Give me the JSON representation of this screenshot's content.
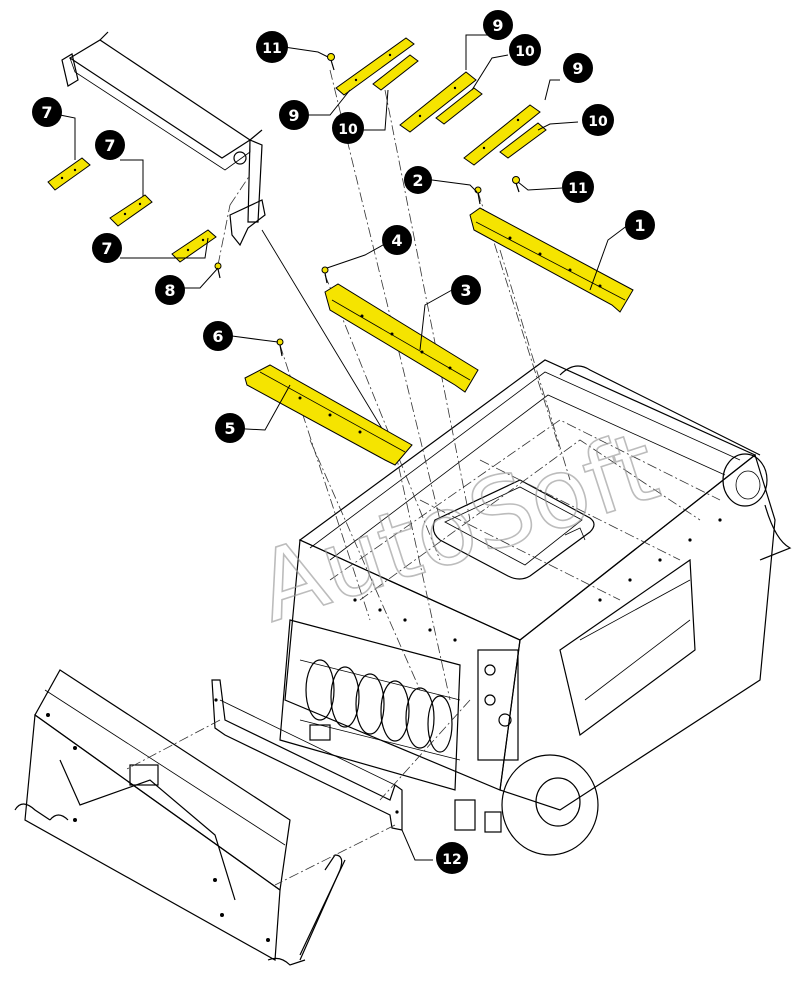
{
  "watermark": "AutoSoft",
  "callouts": [
    {
      "id": "c1",
      "label": "1"
    },
    {
      "id": "c2",
      "label": "2"
    },
    {
      "id": "c3",
      "label": "3"
    },
    {
      "id": "c4",
      "label": "4"
    },
    {
      "id": "c5",
      "label": "5"
    },
    {
      "id": "c6",
      "label": "6"
    },
    {
      "id": "c7a",
      "label": "7"
    },
    {
      "id": "c7b",
      "label": "7"
    },
    {
      "id": "c7c",
      "label": "7"
    },
    {
      "id": "c8",
      "label": "8"
    },
    {
      "id": "c9a",
      "label": "9"
    },
    {
      "id": "c9b",
      "label": "9"
    },
    {
      "id": "c9c",
      "label": "9"
    },
    {
      "id": "c10a",
      "label": "10"
    },
    {
      "id": "c10b",
      "label": "10"
    },
    {
      "id": "c10c",
      "label": "10"
    },
    {
      "id": "c11a",
      "label": "11"
    },
    {
      "id": "c11b",
      "label": "11"
    },
    {
      "id": "c12",
      "label": "12"
    }
  ],
  "colors": {
    "highlight": "#f5e400",
    "outline": "#000000",
    "background": "#ffffff"
  }
}
